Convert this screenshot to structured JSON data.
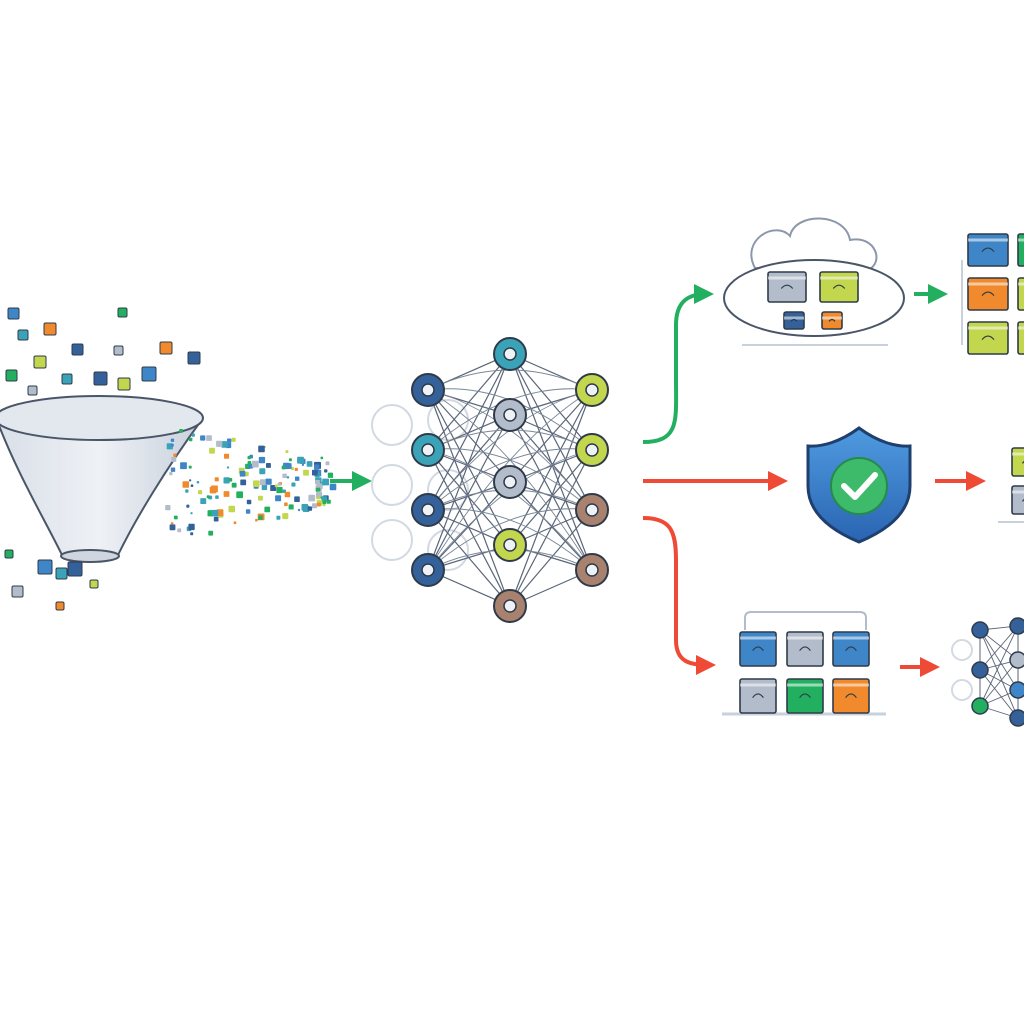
{
  "colors": {
    "green": "#22b060",
    "red": "#ef4a35",
    "blue": "#3f86c8",
    "navy": "#35619a",
    "teal": "#3aa3b8",
    "lime": "#c2d64e",
    "orange": "#f08a2c",
    "brown": "#a8826e",
    "gray": "#b3bcca",
    "stroke": "#3e4a5a",
    "shield": "#2f72c0",
    "check": "#3dbb6a"
  },
  "icons": {
    "funnel": "funnel-icon",
    "network": "neural-network-icon",
    "cloud": "cloud-storage-icon",
    "shield": "security-shield-check-icon",
    "blocks": "data-blocks-icon"
  },
  "stages": [
    "data-ingestion-funnel",
    "neural-network-model",
    "cloud-deployment",
    "validation-shield",
    "block-storage"
  ],
  "flows": [
    {
      "from": "neural-network-model",
      "to": "cloud-deployment",
      "color": "green"
    },
    {
      "from": "neural-network-model",
      "to": "validation-shield",
      "color": "red"
    },
    {
      "from": "neural-network-model",
      "to": "block-storage",
      "color": "red"
    }
  ]
}
